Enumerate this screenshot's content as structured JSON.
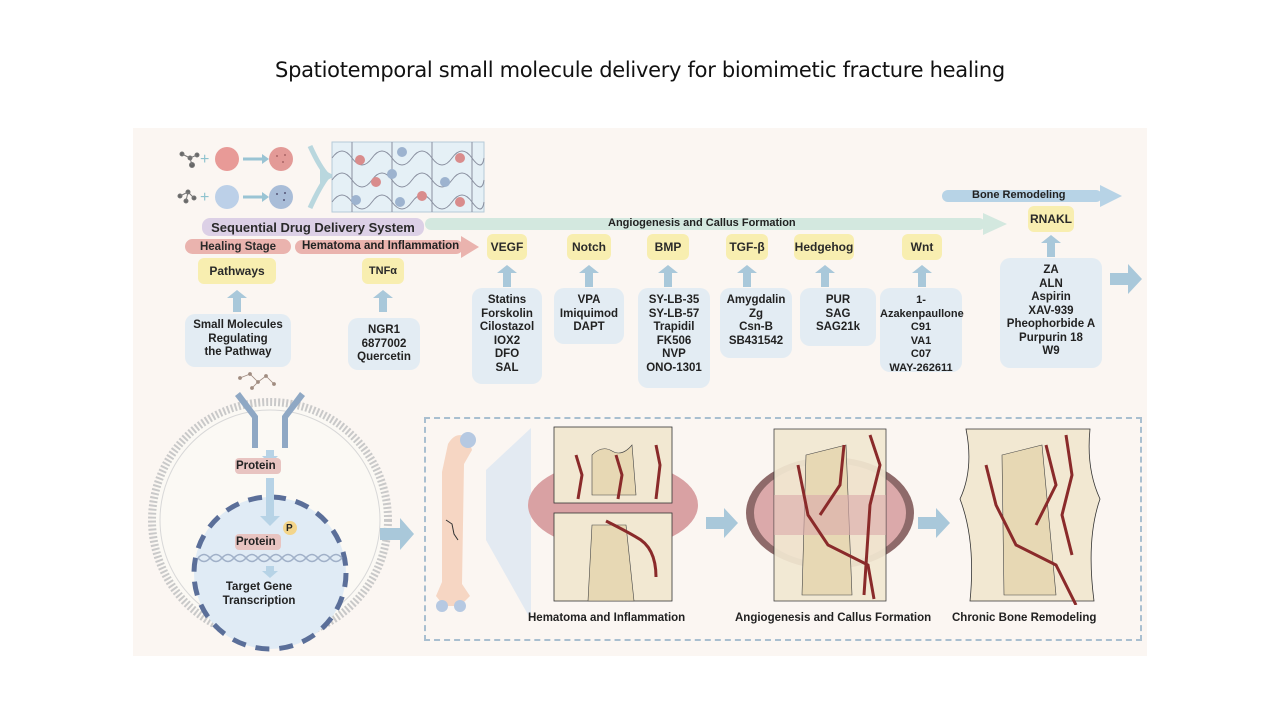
{
  "title": "Spatiotemporal small molecule delivery for biomimetic fracture healing",
  "delivery_system": {
    "label": "Sequential Drug Delivery System",
    "legend": {
      "healing_stage": "Healing Stage",
      "pathways": "Pathways",
      "small_molecules": [
        "Small Molecules",
        "Regulating",
        "the Pathway"
      ]
    }
  },
  "stages": {
    "hematoma": "Hematoma and Inflammation",
    "angiogenesis": "Angiogenesis and Callus Formation",
    "remodeling": "Bone Remodeling"
  },
  "pathways": [
    {
      "name": "TNFα",
      "molecules": [
        "NGR1",
        "6877002",
        "Quercetin"
      ]
    },
    {
      "name": "VEGF",
      "molecules": [
        "Statins",
        "Forskolin",
        "Cilostazol",
        "IOX2",
        "DFO",
        "SAL"
      ]
    },
    {
      "name": "Notch",
      "molecules": [
        "VPA",
        "Imiquimod",
        "DAPT"
      ]
    },
    {
      "name": "BMP",
      "molecules": [
        "SY-LB-35",
        "SY-LB-57",
        "Trapidil",
        "FK506",
        "NVP",
        "ONO-1301"
      ]
    },
    {
      "name": "TGF-β",
      "molecules": [
        "Amygdalin",
        "Zg",
        "Csn-B",
        "SB431542"
      ]
    },
    {
      "name": "Hedgehog",
      "molecules": [
        "PUR",
        "SAG",
        "SAG21k"
      ]
    },
    {
      "name": "Wnt",
      "molecules": [
        "1-Azakenpaullone",
        "C91",
        "VA1",
        "C07",
        "WAY-262611"
      ]
    },
    {
      "name": "RNAKL",
      "molecules": [
        "ZA",
        "ALN",
        "Aspirin",
        "XAV-939",
        "Pheophorbide A",
        "Purpurin 18",
        "W9"
      ]
    }
  ],
  "cell": {
    "protein_1": "Protein",
    "protein_2": "Protein",
    "phospho": "P",
    "target": [
      "Target Gene",
      "Transcription"
    ]
  },
  "healing_panels": [
    "Hematoma and Inflammation",
    "Angiogenesis and Callus Formation",
    "Chronic Bone Remodeling"
  ],
  "colors": {
    "panel_bg": "#fbf6f2",
    "pathway_yellow": "#f8eeb0",
    "drug_box": "#e3ecf3",
    "arrow_blue": "#a9c8da",
    "hematoma_pink": "#eab3ae",
    "angio_green": "#d3e8df",
    "remodel_blue": "#b7d3e6",
    "delivery_purple": "#dcd0e6",
    "vessel_red": "#8a2a2a"
  }
}
